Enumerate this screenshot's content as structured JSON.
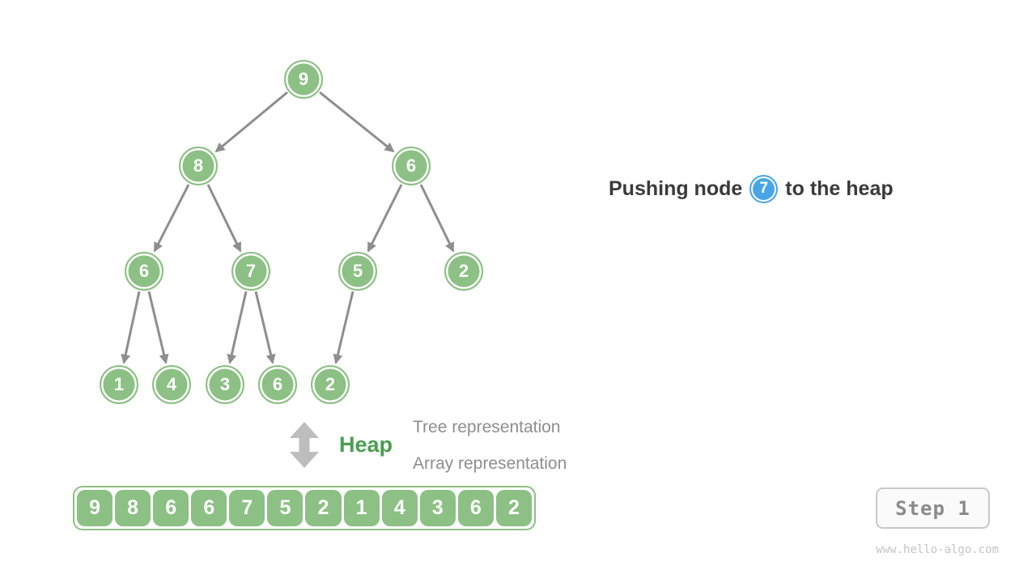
{
  "figure": {
    "caption": {
      "prefix": "Pushing node",
      "highlight_value": "7",
      "suffix": "to the heap"
    },
    "heap_label": "Heap",
    "tree_representation_label": "Tree representation",
    "array_representation_label": "Array representation",
    "step_label": "Step 1",
    "watermark": "www.hello-algo.com"
  },
  "tree": {
    "nodes": [
      {
        "value": "9"
      },
      {
        "value": "8"
      },
      {
        "value": "6"
      },
      {
        "value": "6"
      },
      {
        "value": "7"
      },
      {
        "value": "5"
      },
      {
        "value": "2"
      },
      {
        "value": "1"
      },
      {
        "value": "4"
      },
      {
        "value": "3"
      },
      {
        "value": "6"
      },
      {
        "value": "2"
      }
    ],
    "edges": [
      [
        0,
        1
      ],
      [
        0,
        2
      ],
      [
        1,
        3
      ],
      [
        1,
        4
      ],
      [
        2,
        5
      ],
      [
        2,
        6
      ],
      [
        3,
        7
      ],
      [
        3,
        8
      ],
      [
        4,
        9
      ],
      [
        4,
        10
      ],
      [
        5,
        11
      ]
    ]
  },
  "array": {
    "values": [
      "9",
      "8",
      "6",
      "6",
      "7",
      "5",
      "2",
      "1",
      "4",
      "3",
      "6",
      "2"
    ]
  },
  "colors": {
    "node_green": "#8CC084",
    "highlight_blue": "#4AA5E8",
    "heap_label_green": "#4A9D50",
    "edge_gray": "#8E8E8E",
    "double_arrow_gray": "#BDBDBD",
    "caption_text": "#3A3A3A",
    "muted_text": "#8E8E8E",
    "step_border": "#C8C8C8",
    "watermark_gray": "#C4C4C4"
  }
}
